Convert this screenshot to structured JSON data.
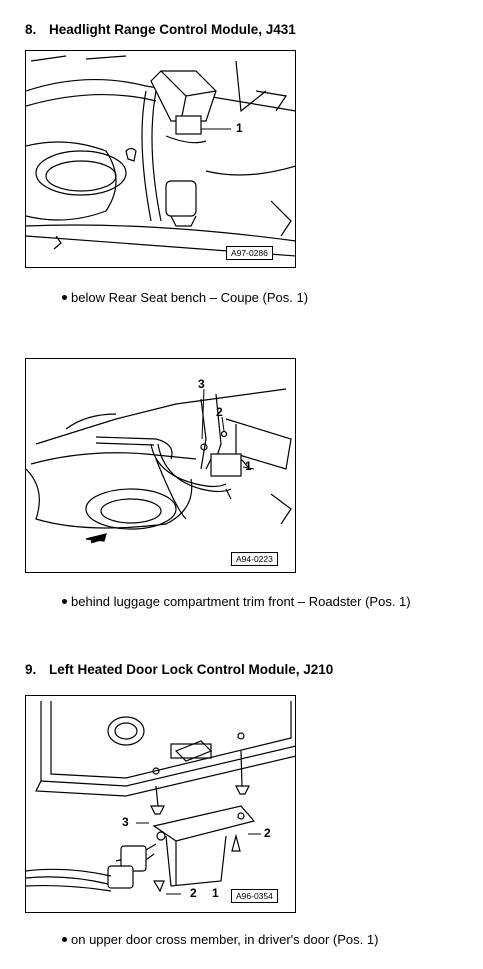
{
  "sections": [
    {
      "number": "8.",
      "title": "Headlight Range Control Module, J431",
      "figures": [
        {
          "id": "A97-0286",
          "callouts": [
            "1"
          ],
          "bullet": "below Rear Seat bench – Coupe (Pos. 1)"
        },
        {
          "id": "A94-0223",
          "callouts": [
            "3",
            "2",
            "1"
          ],
          "bullet": "behind luggage compartment trim front – Roadster (Pos. 1)"
        }
      ]
    },
    {
      "number": "9.",
      "title": "Left Heated Door Lock Control Module, J210",
      "figures": [
        {
          "id": "A96-0354",
          "callouts": [
            "3",
            "2",
            "2",
            "1"
          ],
          "bullet": "on upper door cross member, in driver's door (Pos. 1)"
        }
      ]
    }
  ]
}
